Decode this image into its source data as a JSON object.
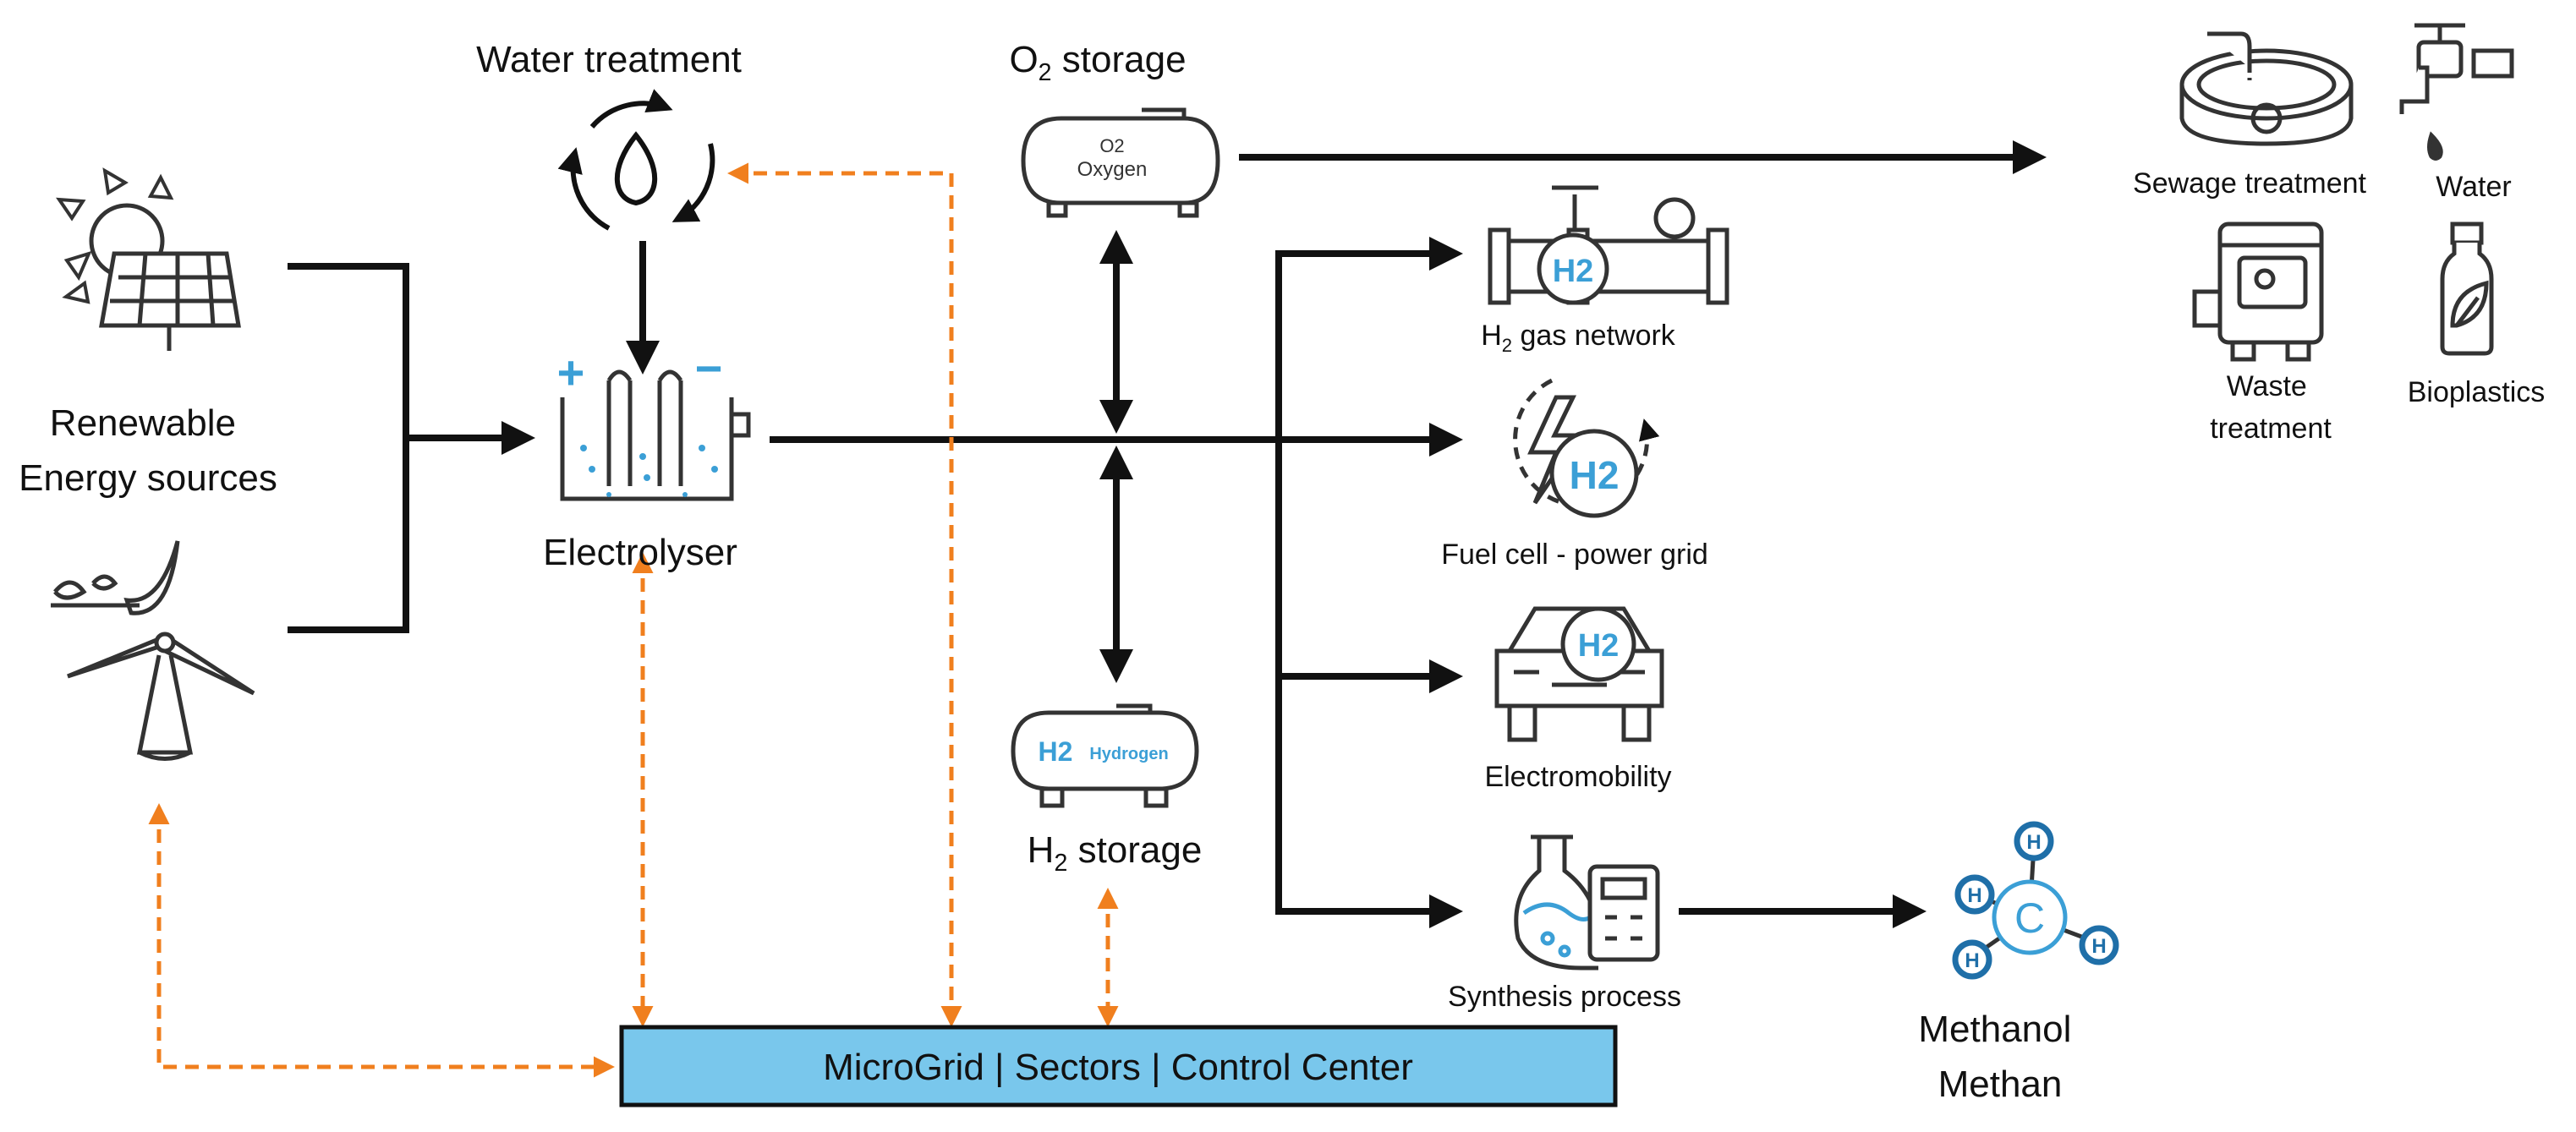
{
  "labels": {
    "water_treatment": "Water treatment",
    "o2_storage_prefix": "O",
    "o2_storage_sub": "2",
    "o2_storage_suffix": " storage",
    "renewable_line1": "Renewable",
    "renewable_line2": "Energy sources",
    "electrolyser": "Electrolyser",
    "h2_storage_prefix": "H",
    "h2_storage_sub": "2",
    "h2_storage_suffix": " storage",
    "h2_gas_network_prefix": "H",
    "h2_gas_network_sub": "2",
    "h2_gas_network_suffix": " gas network",
    "fuel_cell": "Fuel cell - power grid",
    "electromobility": "Electromobility",
    "synthesis": "Synthesis process",
    "methanol": "Methanol",
    "methan": "Methan",
    "sewage": "Sewage treatment",
    "water": "Water",
    "waste_line1": "Waste",
    "waste_line2": "treatment",
    "bioplastics": "Bioplastics",
    "control_center": "MicroGrid | Sectors | Control Center"
  },
  "icon_text": {
    "o2_tank_formula": "O2",
    "o2_tank_name": "Oxygen",
    "h2_tank_formula": "H2",
    "h2_tank_name": "Hydrogen",
    "h2_badge": "H2",
    "methanol_center": "C",
    "methanol_h": "H",
    "plus": "+",
    "minus": "−"
  },
  "colors": {
    "flow": "#111111",
    "control_link": "#f07f1e",
    "control_box_fill": "#79c7ec",
    "accent_blue": "#3b9fd6",
    "icon_stroke": "#333333"
  }
}
